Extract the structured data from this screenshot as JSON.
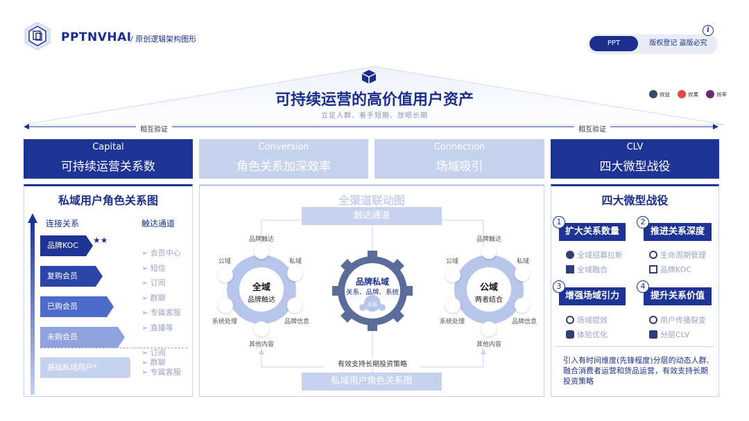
{
  "header": {
    "brand": "PPTNVHAI",
    "brand_sub": "/ 原创逻辑架构图形",
    "toggle_ppt": "PPT",
    "toggle_copy": "版权登记 盗版必究",
    "info": "i"
  },
  "roof": {
    "title": "可持续运营的高价值用户资产",
    "subtitle": "立足人群、着手短期、放眼长期",
    "legend": [
      "效益",
      "效果",
      "效率"
    ],
    "mutual_left": "相互验证",
    "mutual_right": "相互验证"
  },
  "columns": [
    {
      "en": "Capital",
      "cn": "可持续运营关系数"
    },
    {
      "en": "Conversion",
      "cn": "角色关系加深效率"
    },
    {
      "en": "Connection",
      "cn": "场域吸引"
    },
    {
      "en": "CLV",
      "cn": "四大微型战役"
    }
  ],
  "left_panel": {
    "title": "私域用户角色关系图",
    "col1": "连接关系",
    "col2": "触达通道",
    "chevrons": [
      "品牌KOC",
      "复购会员",
      "已购会员",
      "未购会员",
      "基础私域用户*"
    ],
    "channels_main": [
      "会员中心",
      "短信",
      "订阅",
      "群聊",
      "专属客服",
      "直播等"
    ],
    "channels_base": [
      "订阅",
      "群聊",
      "专属客服"
    ]
  },
  "middle_panel": {
    "title": "全渠道联动图",
    "top_bar": "触达通道",
    "bottom_bar": "私域用户角色关系图",
    "support": "有效支持长期投资策略",
    "left_wheel": {
      "title": "全域",
      "sub": "品牌触达",
      "labels": [
        "品牌触达",
        "公域",
        "私域",
        "系统处理",
        "品牌信息",
        "其他内容"
      ]
    },
    "gear": {
      "title": "品牌私域",
      "sub": "关系、品牌、系统",
      "inner": "关系"
    },
    "right_wheel": {
      "title": "公域",
      "sub": "两者结合",
      "labels": [
        "品牌触达",
        "公域",
        "私域",
        "系统处理",
        "品牌信息",
        "其他内容"
      ]
    }
  },
  "right_panel": {
    "title": "四大微型战役",
    "wars": [
      {
        "num": "1",
        "label": "扩大关系数量",
        "items": [
          "全域招募拉新",
          "全域融合"
        ]
      },
      {
        "num": "2",
        "label": "推进关系深度",
        "items": [
          "生命周期管理",
          "品牌KOC"
        ]
      },
      {
        "num": "3",
        "label": "增强场域引力",
        "items": [
          "场域提效",
          "体验优化"
        ]
      },
      {
        "num": "4",
        "label": "提升关系价值",
        "items": [
          "用户传播裂变",
          "分层CLV"
        ]
      }
    ],
    "desc": "引入有时间维度(先锋程度)分层的动态人群,融合消费者运营和货品运营，有效支持长期投资策略"
  },
  "colors": {
    "navy": "#1e3494",
    "light": "#c7d2ee",
    "accent_red": "#e04a3f",
    "accent_purple": "#6b2c6e"
  }
}
